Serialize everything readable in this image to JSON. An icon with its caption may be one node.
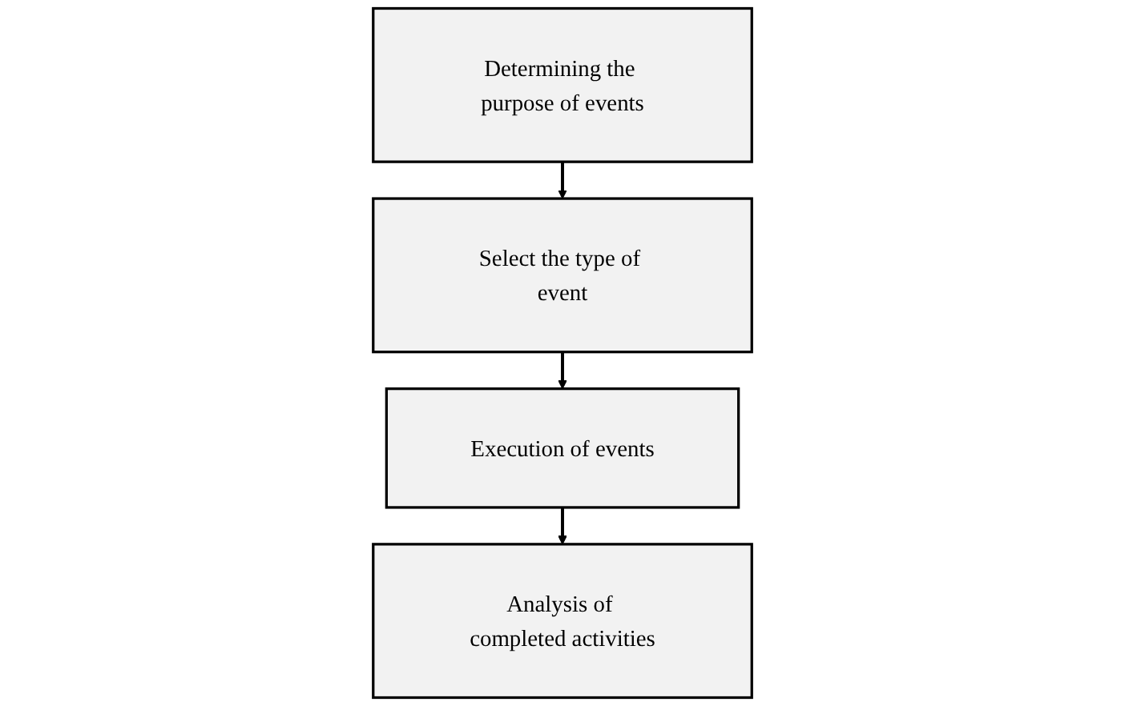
{
  "diagram": {
    "nodes": [
      {
        "text": [
          "Determining the purpose of events"
        ]
      },
      {
        "text": [
          "Select the type of event"
        ]
      },
      {
        "text": [
          "Execution of events"
        ]
      },
      {
        "text": [
          "Analysis of completed activities"
        ]
      }
    ],
    "edges": [
      {
        "from": 0,
        "to": 1,
        "arrow": "to"
      },
      {
        "from": 1,
        "to": 2,
        "arrow": "to"
      },
      {
        "from": 2,
        "to": 3,
        "arrow": "to"
      }
    ]
  }
}
